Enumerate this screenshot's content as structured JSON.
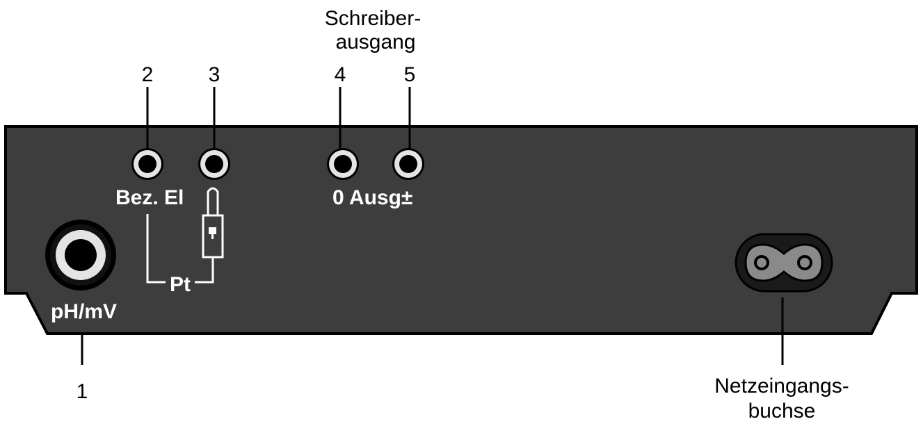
{
  "callouts": {
    "n1": "1",
    "n2": "2",
    "n3": "3",
    "n4": "4",
    "n5": "5",
    "recorder_output_line1": "Schreiber-",
    "recorder_output_line2": "ausgang",
    "power_inlet_line1": "Netzeingangs-",
    "power_inlet_line2": "buchse"
  },
  "panel_labels": {
    "ph_mv": "pH/mV",
    "reference_electrode": "Bez. El",
    "pt": "Pt",
    "output": "0 Ausg±"
  },
  "colors": {
    "panel": "#3d3d3d",
    "outline": "#000000",
    "label": "#ffffff",
    "background": "#ffffff"
  }
}
